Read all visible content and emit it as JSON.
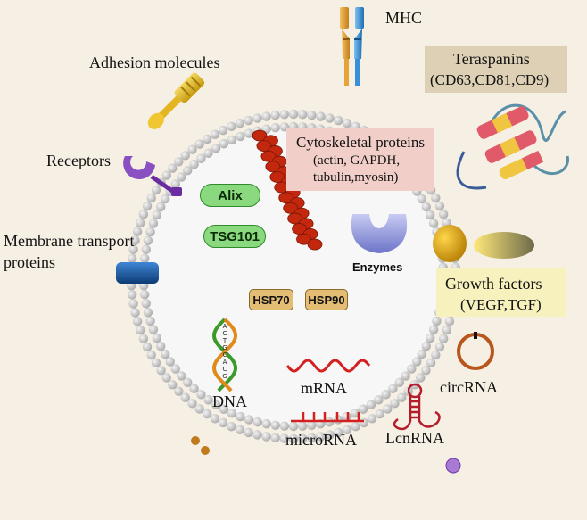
{
  "labels": {
    "mhc": "MHC",
    "adhesion": "Adhesion molecules",
    "tetraspanins_title": "Teraspanins",
    "tetraspanins_detail": "(CD63,CD81,CD9)",
    "receptors": "Receptors",
    "cytoskeletal_title": "Cytoskeletal proteins",
    "cytoskeletal_line2": "(actin, GAPDH,",
    "cytoskeletal_line3": "tubulin,myosin)",
    "alix": "Alix",
    "tsg101": "TSG101",
    "membrane_transport_line1": "Membrane transport",
    "membrane_transport_line2": "proteins",
    "enzymes": "Enzymes",
    "growth_title": "Growth factors",
    "growth_detail": "(VEGF,TGF)",
    "hsp70": "HSP70",
    "hsp90": "HSP90",
    "dna": "DNA",
    "mrna": "mRNA",
    "circrna": "circRNA",
    "microrna": "microRNA",
    "lncrna": "LcnRNA",
    "dna_bases": [
      "A",
      "C",
      "T",
      "G",
      "C",
      "A",
      "C",
      "G"
    ]
  },
  "colors": {
    "background": "#f6efe4",
    "membrane_bead": "#cfcfcf",
    "vesicle_interior": "#f7f7f7",
    "mhc_left": "#e8a23a",
    "mhc_right": "#3a8fd6",
    "rna": "#d42020",
    "circrna": "#b8561c",
    "purple": "#8a2fb0"
  }
}
